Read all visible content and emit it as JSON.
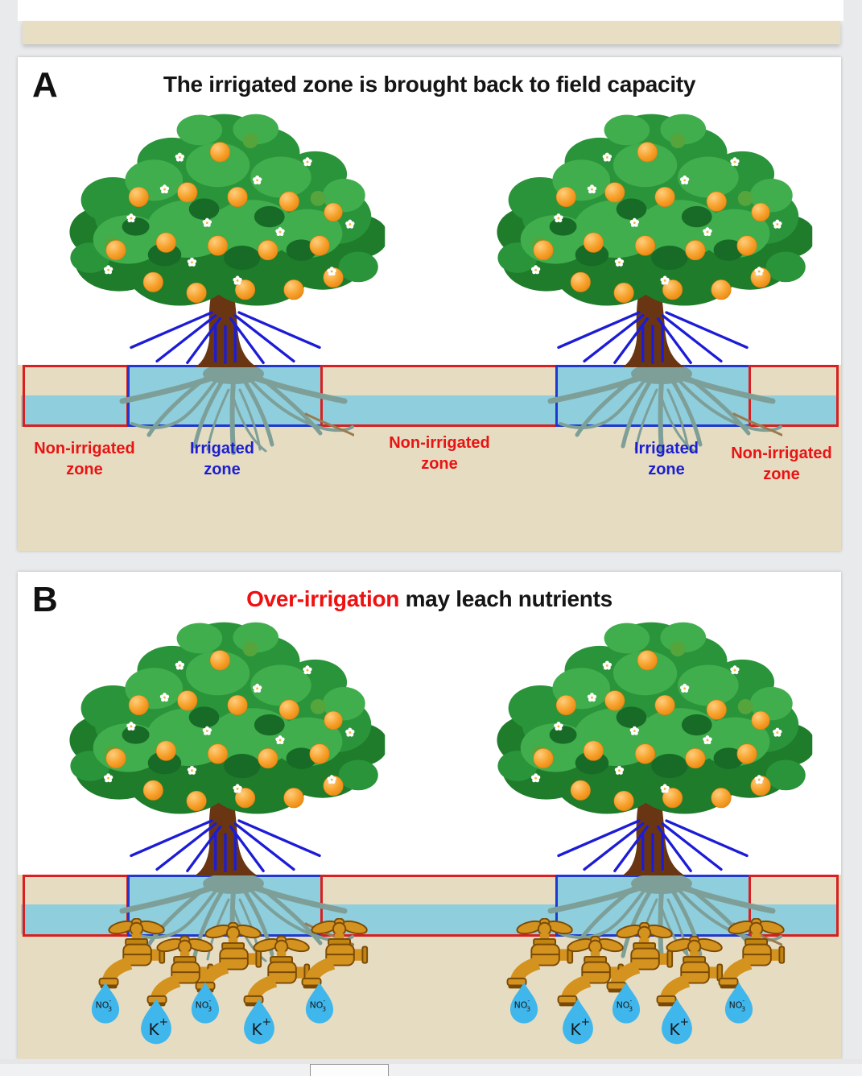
{
  "panel_a": {
    "letter": "A",
    "title": "The irrigated zone is brought back to field capacity",
    "zone_labels": [
      {
        "label": "Non-irrigated zone",
        "color": "red"
      },
      {
        "label": "Irrigated zone",
        "color": "blue"
      },
      {
        "label": "Non-irrigated zone",
        "color": "red"
      },
      {
        "label": "Irrigated zone",
        "color": "blue"
      },
      {
        "label": "Non-irrigated zone",
        "color": "red"
      }
    ]
  },
  "panel_b": {
    "letter": "B",
    "title_highlight": "Over-irrigation",
    "title_rest": " may leach nutrients",
    "left_drops": [
      {
        "base": "NO",
        "sup": "-",
        "sub": "3"
      },
      {
        "base": "K",
        "sup": "+"
      },
      {
        "base": "NO",
        "sup": "-",
        "sub": "3"
      },
      {
        "base": "K",
        "sup": "+"
      },
      {
        "base": "NO",
        "sup": "-",
        "sub": "3"
      }
    ],
    "right_drops": [
      {
        "base": "NO",
        "sup": "-",
        "sub": "3"
      },
      {
        "base": "K",
        "sup": "+"
      },
      {
        "base": "NO",
        "sup": "-",
        "sub": "3"
      },
      {
        "base": "K",
        "sup": "+"
      },
      {
        "base": "NO",
        "sup": "-",
        "sub": "3"
      }
    ]
  },
  "colors": {
    "soil": "#e6dcc1",
    "water": "#8fcedd",
    "non_irrigated_border": "#d7201f",
    "irrigated_border": "#2038cf",
    "label_red": "#e81414",
    "label_blue": "#1b1fd0",
    "spray_blue": "#1c1cd8",
    "faucet_gold": "#d4921e",
    "drop_blue": "#3fb7ec",
    "foliage_green": "#2a943a",
    "orange_fruit": "#f6a02a",
    "trunk_brown": "#6a3512",
    "root_teal": "#7d9f98"
  }
}
